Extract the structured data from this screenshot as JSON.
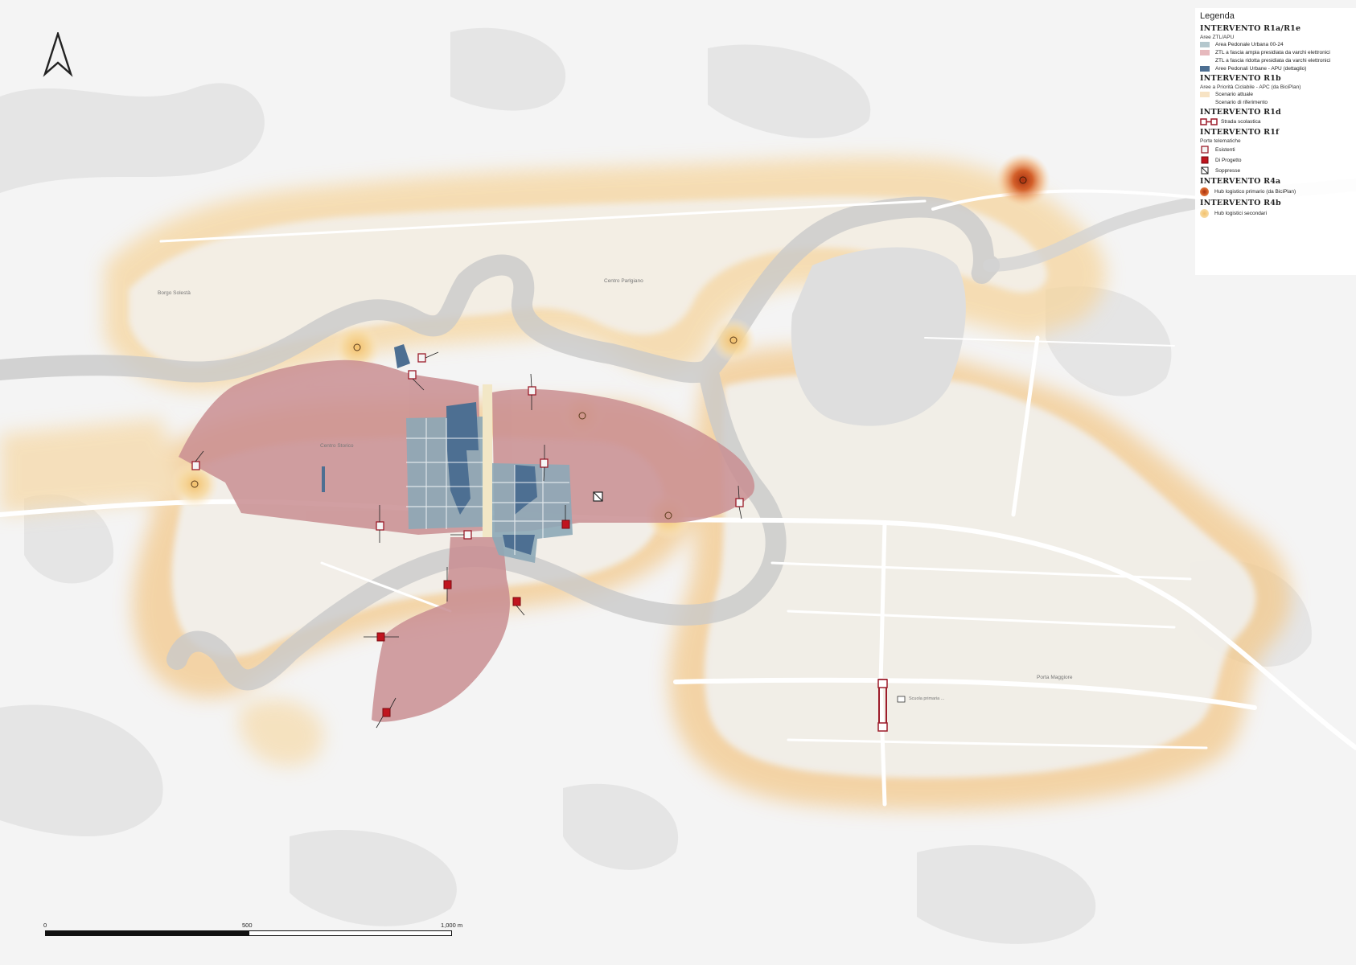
{
  "legend": {
    "title": "Legenda",
    "sections": [
      {
        "heading": "INTERVENTO R1a/R1e",
        "subtitle": "Aree ZTL/APU",
        "items": [
          {
            "label": "Area Pedonale Urbana 00-24",
            "color": "#b4c7cd",
            "kind": "fill"
          },
          {
            "label": "ZTL a fascia ampia presidiata da varchi elettronici",
            "color": "#e6b9bd",
            "kind": "fill"
          },
          {
            "label": "ZTL a fascia ridotta presidiata da varchi elettronici",
            "color": "#ffffff",
            "kind": "fill"
          },
          {
            "label": "Aree Pedonali Urbane - APU (dettaglio)",
            "color": "#4d6f92",
            "kind": "fill"
          }
        ]
      },
      {
        "heading": "INTERVENTO R1b",
        "subtitle": "Aree a Priorità Ciclabile - APC (da BiciPlan)",
        "items": [
          {
            "label": "Scenario attuale",
            "color": "#f7e3c4",
            "kind": "fill"
          },
          {
            "label": "Scenario di riferimento",
            "color": "#ffffff",
            "kind": "fill"
          }
        ]
      },
      {
        "heading": "INTERVENTO R1d",
        "subtitle": "",
        "items": [
          {
            "label": "Strada scolastica",
            "color": "#9c1c2a",
            "kind": "school"
          }
        ]
      },
      {
        "heading": "INTERVENTO R1f",
        "subtitle": "Porte telematiche",
        "items": [
          {
            "label": "Esistenti",
            "color": "#9c1c2a",
            "kind": "gate-existing"
          },
          {
            "label": "Di Progetto",
            "color": "#c0141e",
            "kind": "gate-project"
          },
          {
            "label": "Soppresse",
            "color": "#222222",
            "kind": "gate-removed"
          }
        ]
      },
      {
        "heading": "INTERVENTO R4a",
        "subtitle": "",
        "items": [
          {
            "label": "Hub logistico primario (da BiciPlan)",
            "color": "#c8501e",
            "kind": "hub-primary"
          }
        ]
      },
      {
        "heading": "INTERVENTO R4b",
        "subtitle": "",
        "items": [
          {
            "label": "Hub logistici secondari",
            "color": "#f6d79a",
            "kind": "hub-secondary"
          }
        ]
      }
    ]
  },
  "scalebar": {
    "labels": [
      "0",
      "500",
      "1,000 m"
    ]
  },
  "place_labels": [
    {
      "name": "place-borgo-solesta",
      "text": "Borgo Solestà"
    },
    {
      "name": "place-centro-direzionale",
      "text": "Centro Parlgiano"
    },
    {
      "name": "place-centro-storico",
      "text": "Centro Storico"
    },
    {
      "name": "place-porta-maggiore",
      "text": "Porta Maggiore"
    },
    {
      "name": "place-scuola",
      "text": "Scuola primaria ..."
    }
  ],
  "colors": {
    "ztl_wide": "#c98e92",
    "apu": "#8da9b7",
    "apu_detail": "#4d6f92",
    "apc_halo": "#f3c98c",
    "hub_primary": "#c8501e",
    "gate_red": "#c0141e"
  },
  "icons": [
    "north-arrow-icon",
    "hub-icon",
    "gate-icon"
  ]
}
